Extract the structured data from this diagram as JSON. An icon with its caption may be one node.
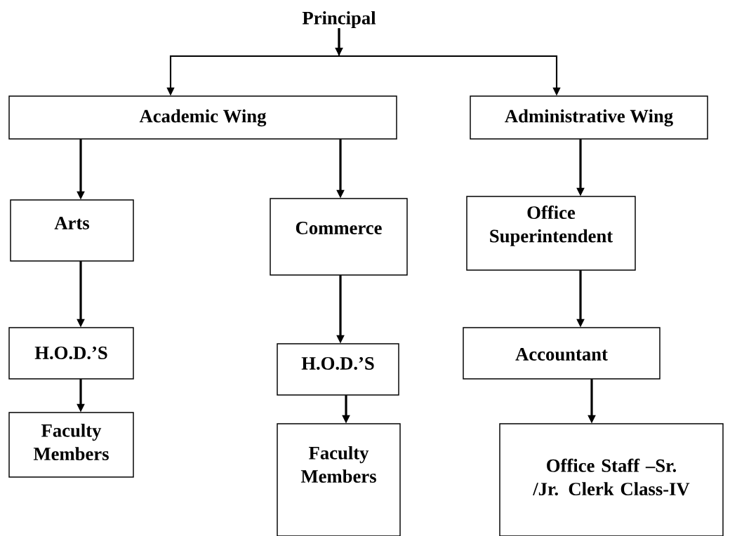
{
  "diagram": {
    "nodes": [
      {
        "text": [
          "Principal"
        ]
      },
      {
        "text": [
          "Academic Wing"
        ]
      },
      {
        "text": [
          "Administrative Wing"
        ]
      },
      {
        "text": [
          "Arts"
        ]
      },
      {
        "text": [
          "Commerce"
        ]
      },
      {
        "text": [
          "Office Superintendent"
        ]
      },
      {
        "text": [
          "H.O.D.’S"
        ]
      },
      {
        "text": [
          "H.O.D.’S"
        ]
      },
      {
        "text": [
          "Accountant"
        ]
      },
      {
        "text": [
          "Faculty Members"
        ]
      },
      {
        "text": [
          "Faculty Members"
        ]
      },
      {
        "text": [
          "Office Staff –Sr. /Jr. Clerk Class-IV"
        ]
      }
    ],
    "edges": [
      {
        "from": 0,
        "to": 1,
        "arrow": "to"
      },
      {
        "from": 0,
        "to": 2,
        "arrow": "to"
      },
      {
        "from": 1,
        "to": 3,
        "arrow": "to"
      },
      {
        "from": 1,
        "to": 4,
        "arrow": "to"
      },
      {
        "from": 2,
        "to": 5,
        "arrow": "to"
      },
      {
        "from": 3,
        "to": 6,
        "arrow": "to"
      },
      {
        "from": 4,
        "to": 7,
        "arrow": "to"
      },
      {
        "from": 5,
        "to": 8,
        "arrow": "to"
      },
      {
        "from": 6,
        "to": 9,
        "arrow": "to"
      },
      {
        "from": 7,
        "to": 10,
        "arrow": "to"
      },
      {
        "from": 8,
        "to": 11,
        "arrow": "to"
      }
    ]
  }
}
